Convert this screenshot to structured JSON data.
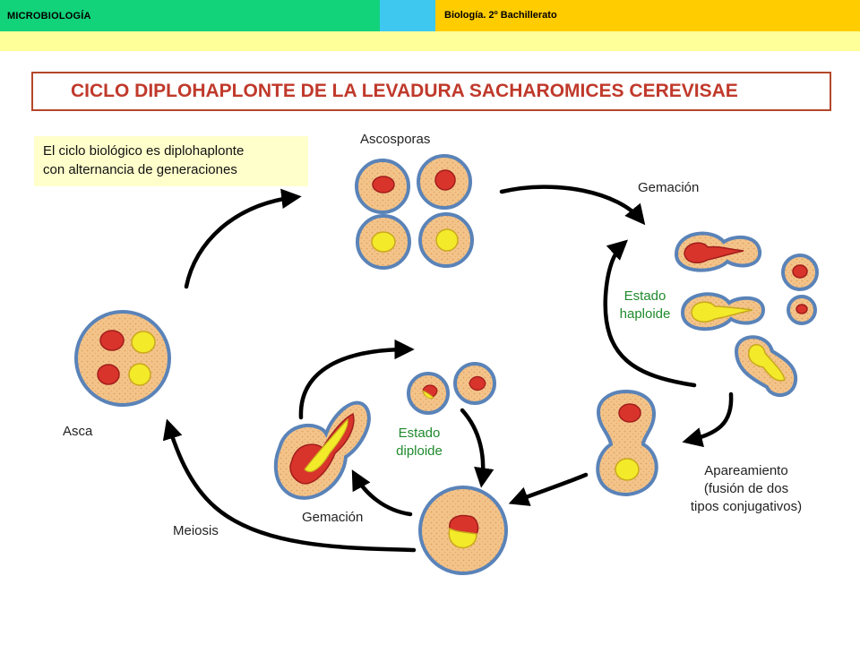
{
  "header": {
    "subject": "MICROBIOLOGÍA",
    "course": "Biología. 2º Bachillerato"
  },
  "title": "CICLO DIPLOHAPLONTE DE LA LEVADURA SACHAROMICES CEREVISAE",
  "note": {
    "line1": "El ciclo biológico es diplohaplonte",
    "line2": "con alternancia de generaciones"
  },
  "labels": {
    "ascosporas": "Ascosporas",
    "gemacion_top": "Gemación",
    "estado_haploide_1": "Estado",
    "estado_haploide_2": "haploide",
    "asca": "Asca",
    "estado_diploide_1": "Estado",
    "estado_diploide_2": "diploide",
    "apareamiento_1": "Apareamiento",
    "apareamiento_2": "(fusión de dos",
    "apareamiento_3": "tipos conjugativos)",
    "gemacion_bottom": "Gemación",
    "meiosis": "Meiosis"
  },
  "colors": {
    "cytoplasm": "#f3c48a",
    "membrane": "#5a83b8",
    "nucleus_haploid_a": "#d9342b",
    "nucleus_haploid_b": "#f3ea2a",
    "title_red": "#c0392b",
    "state_green": "#1f8a2c"
  }
}
